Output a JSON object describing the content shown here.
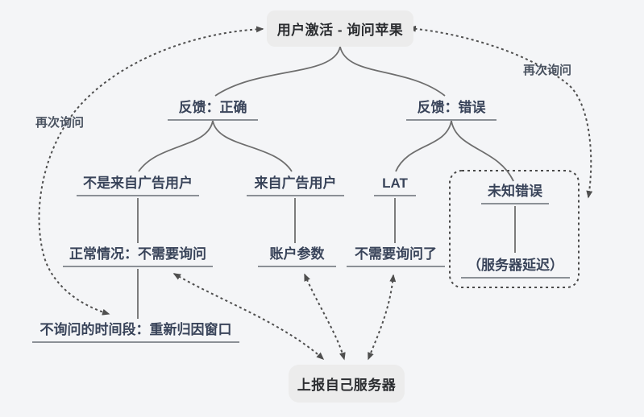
{
  "diagram": {
    "title_node": "用户激活 - 询问苹果",
    "colors": {
      "background": "#f4f5f7",
      "node_box_fill": "#ececec",
      "node_box_text": "#2b2d30",
      "branch_text": "#39445a",
      "underline": "#8b9096",
      "solid_connector": "#6e6e6e",
      "dashed_connector": "#4f4f4f",
      "dotted_group_border": "#4a4a4a"
    },
    "nodes": {
      "root": "用户激活 - 询问苹果",
      "fb_correct": "反馈：正确",
      "fb_wrong": "反馈：错误",
      "not_ad_user": "不是来自广告用户",
      "ad_user": "来自广告用户",
      "lat": "LAT",
      "unknown_error": "未知错误",
      "normal_case": "正常情况：不需要询问",
      "account_params": "账户参数",
      "no_need_ask": "不需要询问了",
      "server_delay": "（服务器延迟）",
      "no_ask_period": "不询问的时间段：重新归因窗口",
      "report_server": "上报自己服务器"
    },
    "relation_labels": {
      "ask_again_left": "再次询问",
      "ask_again_right": "再次询问"
    },
    "hierarchy": [
      {
        "parent": "root",
        "children": [
          "fb_correct",
          "fb_wrong"
        ]
      },
      {
        "parent": "fb_correct",
        "children": [
          "not_ad_user",
          "ad_user"
        ]
      },
      {
        "parent": "fb_wrong",
        "children": [
          "lat",
          "unknown_error"
        ]
      },
      {
        "parent": "not_ad_user",
        "children": [
          "normal_case"
        ]
      },
      {
        "parent": "ad_user",
        "children": [
          "account_params"
        ]
      },
      {
        "parent": "lat",
        "children": [
          "no_need_ask"
        ]
      },
      {
        "parent": "unknown_error",
        "children": [
          "server_delay"
        ]
      },
      {
        "parent": "normal_case",
        "children": [
          "no_ask_period"
        ]
      }
    ],
    "dashed_relations": [
      {
        "from": "no_ask_period",
        "to": "root",
        "label": "再次询问"
      },
      {
        "from": "unknown_error",
        "to": "root",
        "label": "再次询问"
      },
      {
        "from": "normal_case",
        "to": "report_server"
      },
      {
        "from": "account_params",
        "to": "report_server"
      },
      {
        "from": "no_need_ask",
        "to": "report_server"
      }
    ],
    "dotted_group_members": [
      "unknown_error",
      "server_delay"
    ]
  }
}
